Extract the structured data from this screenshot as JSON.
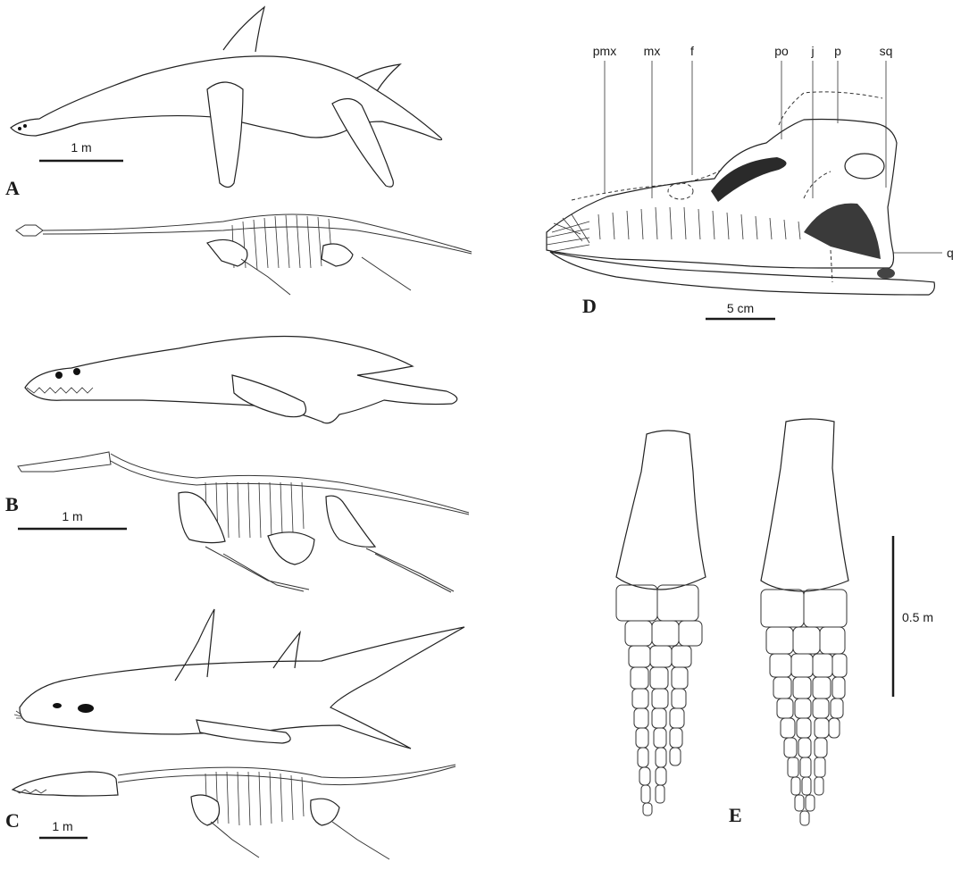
{
  "panels": {
    "A": {
      "letter": "A",
      "scale": "1 m"
    },
    "B": {
      "letter": "B",
      "scale": "1 m"
    },
    "C": {
      "letter": "C",
      "scale": "1 m"
    },
    "D": {
      "letter": "D",
      "scale": "5 cm",
      "labels": {
        "pmx": "pmx",
        "mx": "mx",
        "f": "f",
        "po": "po",
        "j": "j",
        "p": "p",
        "sq": "sq",
        "q": "q"
      }
    },
    "E": {
      "letter": "E",
      "scale": "0.5 m"
    }
  }
}
